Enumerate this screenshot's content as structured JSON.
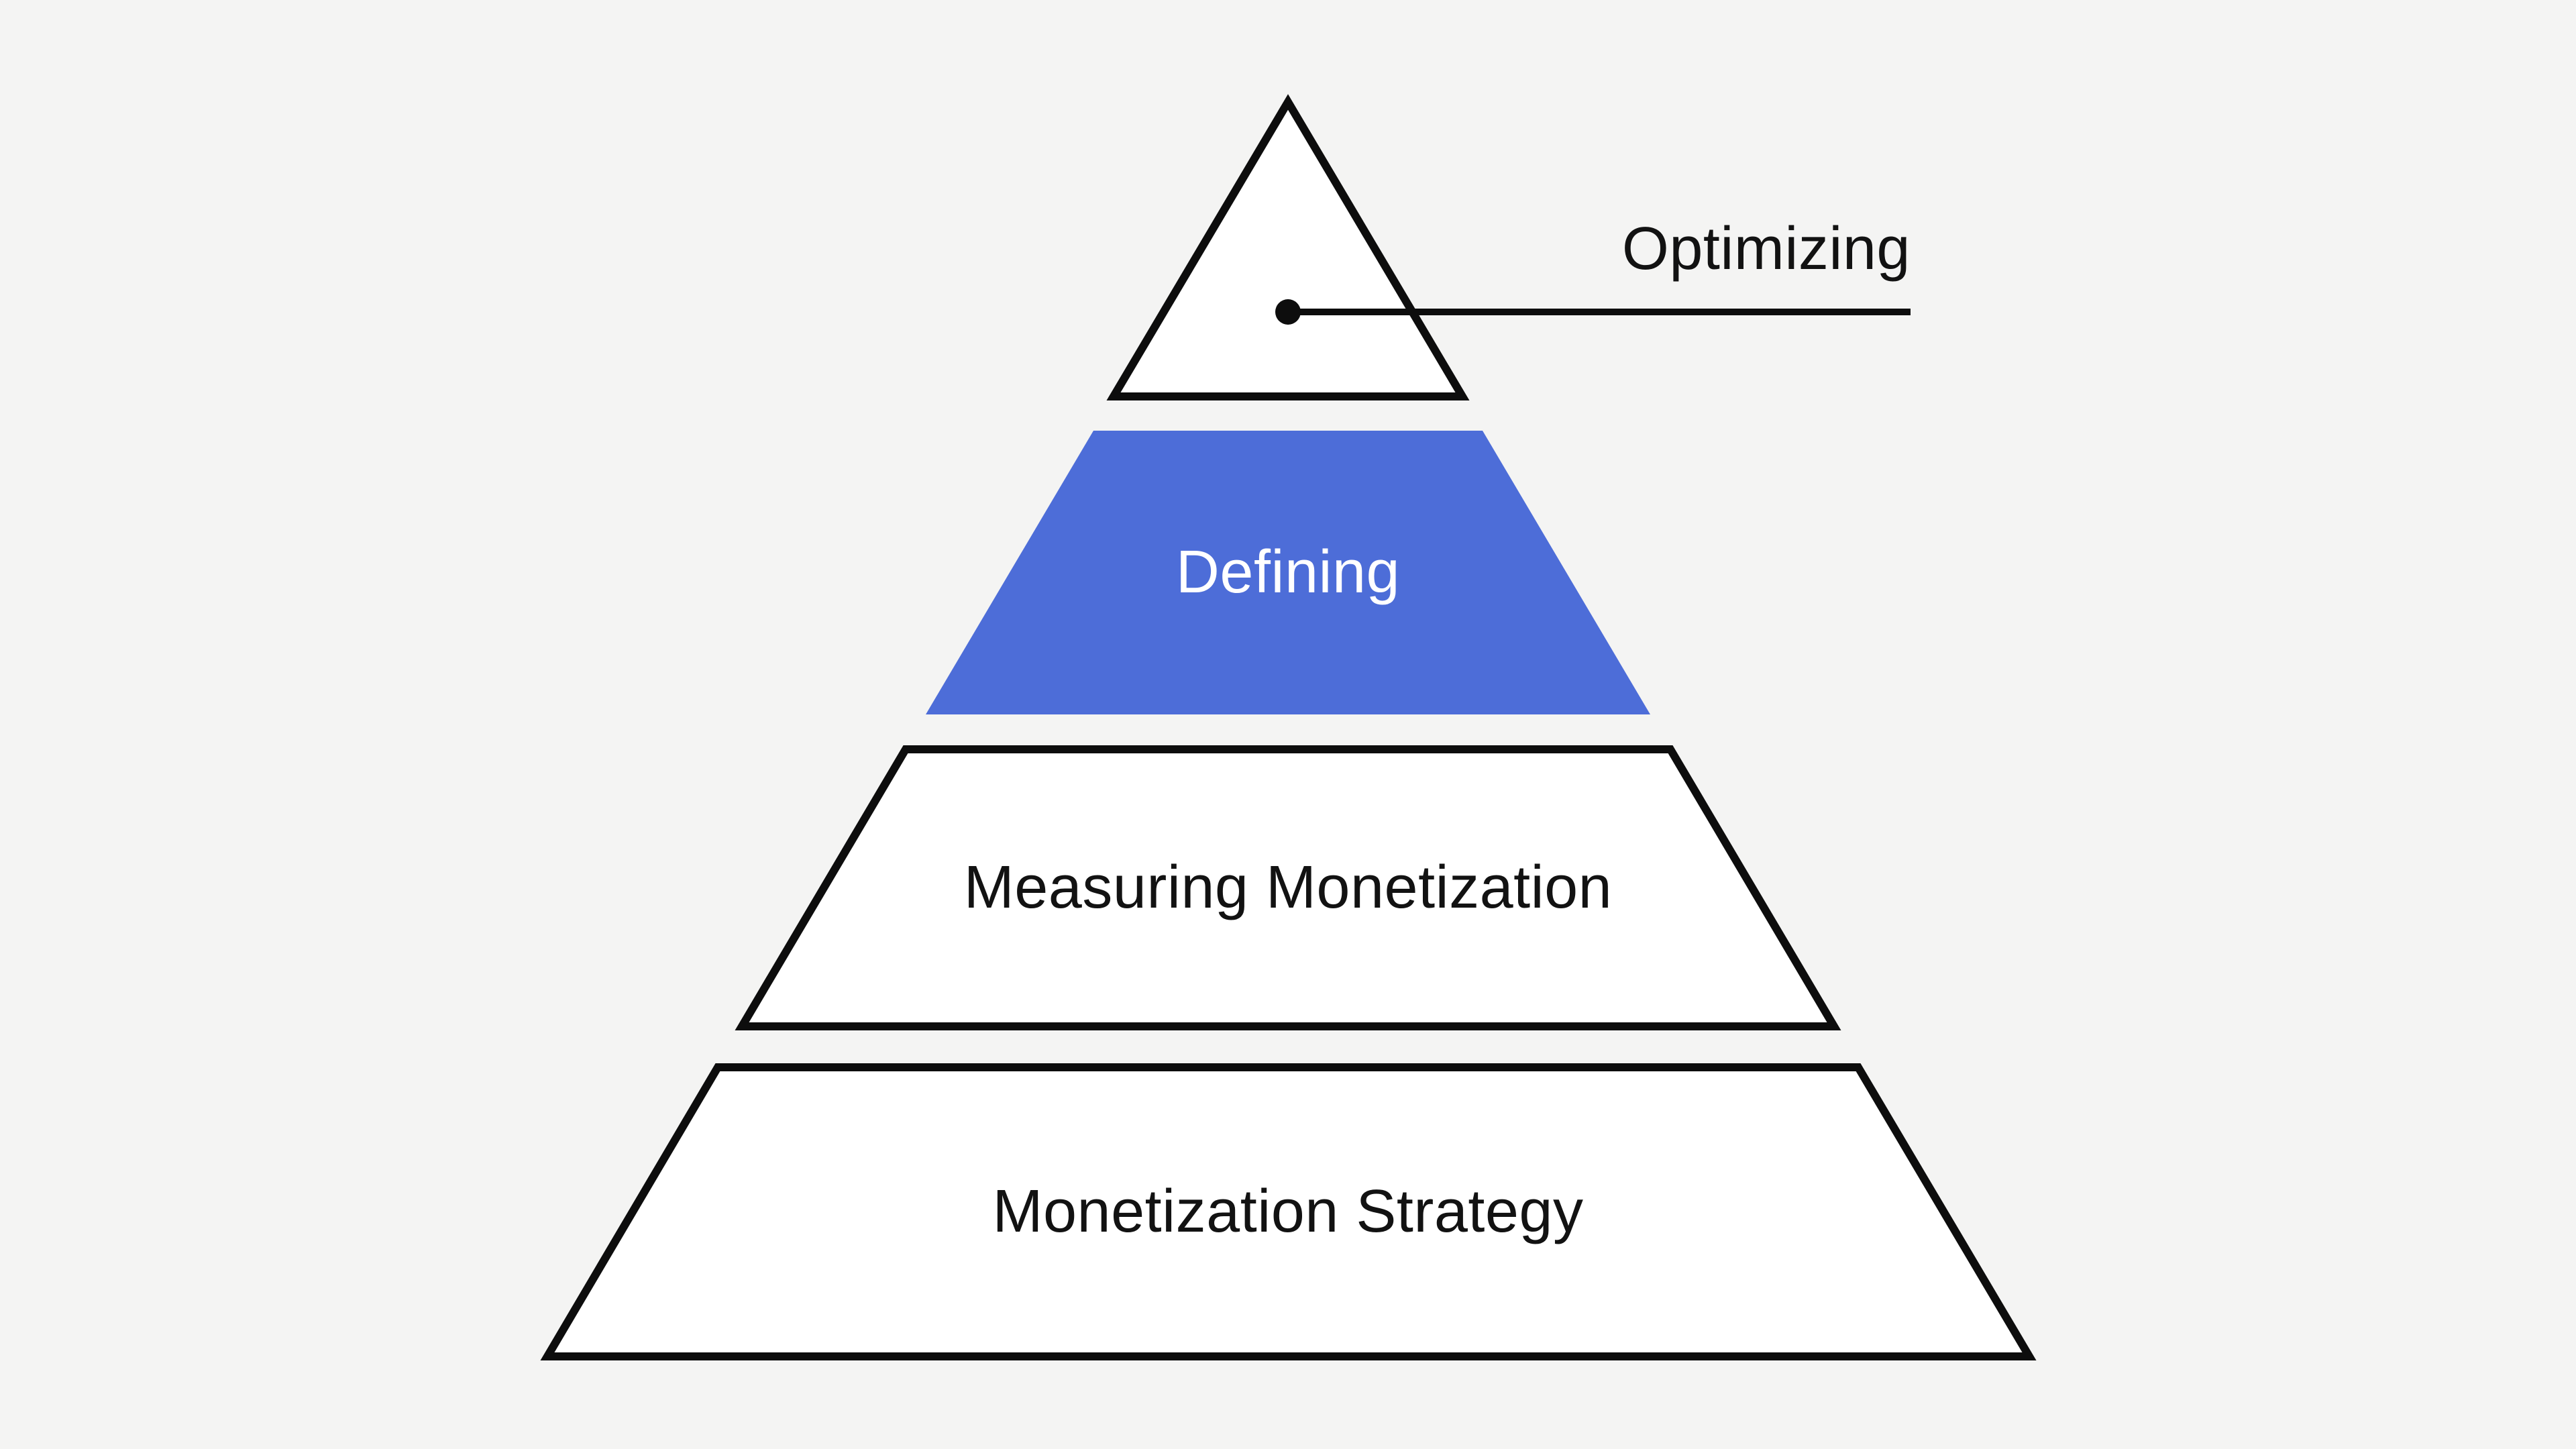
{
  "colors": {
    "background": "#f4f4f3",
    "accent_blue": "#4d6dd8",
    "outline": "#0d0d0d",
    "shape_fill": "#ffffff",
    "label_dark": "#121212",
    "label_light": "#ffffff"
  },
  "pyramid": {
    "type": "pyramid-diagram",
    "levels": [
      {
        "label": "Optimizing",
        "highlighted": false,
        "label_placement": "external-callout-right"
      },
      {
        "label": "Defining",
        "highlighted": true,
        "label_placement": "inside"
      },
      {
        "label": "Measuring Monetization",
        "highlighted": false,
        "label_placement": "inside"
      },
      {
        "label": "Monetization Strategy",
        "highlighted": false,
        "label_placement": "inside"
      }
    ]
  }
}
